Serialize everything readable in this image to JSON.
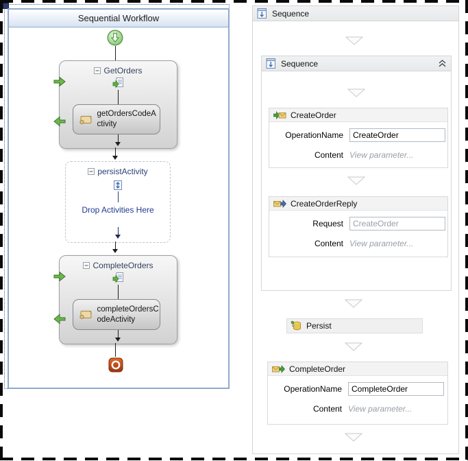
{
  "left_panel": {
    "title": "Sequential Workflow",
    "get_orders": {
      "title": "GetOrders",
      "child": "getOrdersCodeActivity"
    },
    "persist_activity": {
      "title": "persistActivity",
      "drop_hint": "Drop Activities Here"
    },
    "complete_orders": {
      "title": "CompleteOrders",
      "child": "completeOrdersCodeActivity"
    }
  },
  "right_panel": {
    "outer_sequence": {
      "title": "Sequence"
    },
    "inner_sequence": {
      "title": "Sequence"
    },
    "create_order": {
      "title": "CreateOrder",
      "operation_label": "OperationName",
      "operation_value": "CreateOrder",
      "content_label": "Content",
      "content_value": "View parameter..."
    },
    "create_order_reply": {
      "title": "CreateOrderReply",
      "request_label": "Request",
      "request_value": "CreateOrder",
      "content_label": "Content",
      "content_value": "View parameter..."
    },
    "persist": {
      "title": "Persist"
    },
    "complete_order": {
      "title": "CompleteOrder",
      "operation_label": "OperationName",
      "operation_value": "CompleteOrder",
      "content_label": "Content",
      "content_value": "View parameter..."
    }
  },
  "colors": {
    "panel_border_blue": "#8fa9cc",
    "header_gradient_blue": "#d7e3f2",
    "start_marker_green": "#7cc468",
    "end_marker_orange": "#c2521c",
    "flow_arrow_green": "#4f9c34",
    "drop_hint_blue": "#1f3a8f",
    "ghost_text_gray": "#9aa0a6"
  }
}
